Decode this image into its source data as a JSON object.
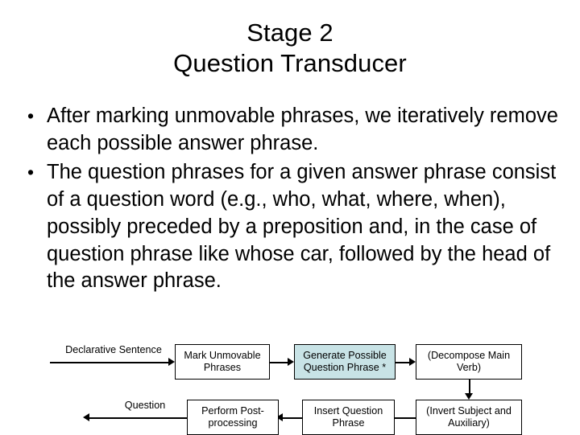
{
  "slide": {
    "title_lines": [
      "Stage 2",
      "Question Transducer"
    ],
    "bullet_marker": "•",
    "bullets": [
      "After marking unmovable phrases, we iteratively remove each possible answer phrase.",
      "The question phrases for a given answer phrase consist of a question word (e.g., who, what, where, when), possibly preceded by a preposition and, in the case of question phrase like whose car, followed by the head of the answer phrase."
    ]
  },
  "flowchart": {
    "highlight_color": "#c8e3e6",
    "line_color": "#000000",
    "box_fill": "#ffffff",
    "edge_labels": {
      "input": "Declarative Sentence",
      "output": "Question"
    },
    "boxes": [
      {
        "id": "mark-unmovable-phrases",
        "label": "Mark Unmovable Phrases",
        "highlighted": false
      },
      {
        "id": "generate-possible-question-phrase",
        "label": "Generate Possible Question Phrase *",
        "highlighted": true
      },
      {
        "id": "decompose-main-verb",
        "label": "(Decompose Main Verb)",
        "highlighted": false
      },
      {
        "id": "invert-subject-and-auxiliary",
        "label": "(Invert Subject and Auxiliary)",
        "highlighted": false
      },
      {
        "id": "insert-question-phrase",
        "label": "Insert Question Phrase",
        "highlighted": false
      },
      {
        "id": "perform-post-processing",
        "label": "Perform Post-processing",
        "highlighted": false
      }
    ]
  }
}
